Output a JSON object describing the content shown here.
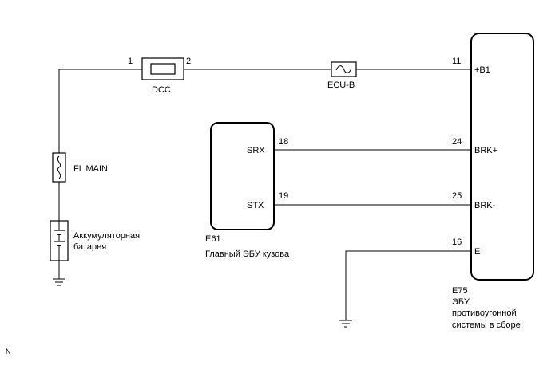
{
  "pins": {
    "dcc_in": "1",
    "dcc_out": "2",
    "b1": "11",
    "srx_body": "18",
    "stx_body": "19",
    "brk_plus": "24",
    "brk_minus": "25",
    "e_ground": "16"
  },
  "components": {
    "dcc": "DCC",
    "ecu_b": "ECU-B",
    "fl_main": "FL MAIN",
    "battery_line1": "Аккумуляторная",
    "battery_line2": "батарея"
  },
  "body_ecu": {
    "code": "E61",
    "name": "Главный ЭБУ кузова",
    "srx": "SRX",
    "stx": "STX"
  },
  "immobilizer_ecu": {
    "code": "E75",
    "name_line1": "ЭБУ",
    "name_line2": "противоугонной",
    "name_line3": "системы в сборе",
    "b1": "+B1",
    "brk_plus": "BRK+",
    "brk_minus": "BRK-",
    "e": "E"
  },
  "corner_mark": "N"
}
